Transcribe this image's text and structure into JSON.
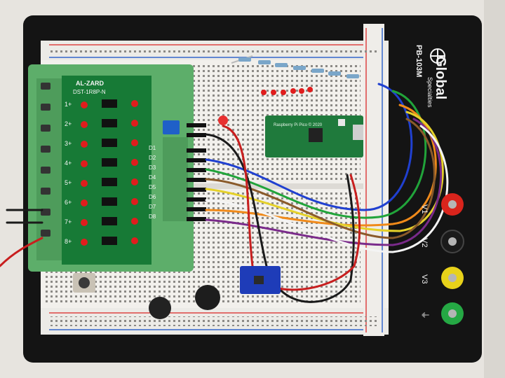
{
  "board": {
    "model": "PB-103M",
    "brand_line1": "Global",
    "brand_line2": "Specialties",
    "terminals": [
      {
        "label": "V1",
        "color": "#d9241c"
      },
      {
        "label": "V2",
        "color": "#1a1a1a"
      },
      {
        "label": "V3",
        "color": "#e8d21a"
      },
      {
        "label": "⏚",
        "color": "#25a844"
      }
    ]
  },
  "module": {
    "brand": "AL-ZARD",
    "part": "DST-1R8P-N",
    "rows": [
      "1+",
      "2+",
      "3+",
      "4+",
      "5+",
      "6+",
      "7+",
      "8+"
    ],
    "side": [
      "D1",
      "D2",
      "D3",
      "D4",
      "D5",
      "D6",
      "D7",
      "D8"
    ]
  },
  "pico": {
    "label": "Raspberry Pi Pico © 2020"
  },
  "wire_colors": [
    "#2040d0",
    "#21a43a",
    "#f08a1a",
    "#e5d12a",
    "#7a2a8a",
    "#f4f4f4",
    "#8a5a2a",
    "#1a1a1a",
    "#c81e1e"
  ]
}
